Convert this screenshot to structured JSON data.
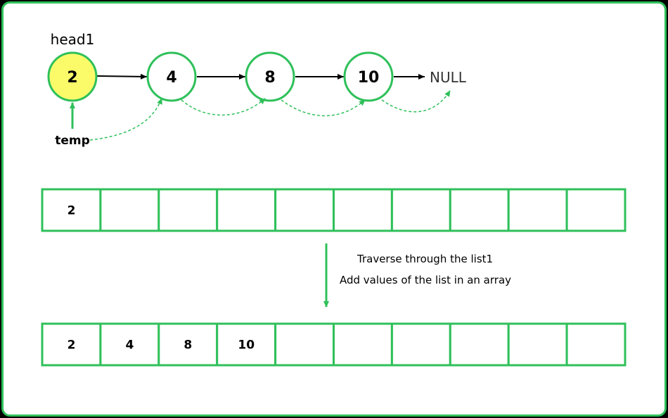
{
  "colors": {
    "accent": "#2fc05a",
    "highlight": "#fbfb6a",
    "frame_bg": "#ffffff",
    "outer_bg": "#000000"
  },
  "linked_list": {
    "head_label": "head1",
    "null_label": "NULL",
    "pointer_label": "temp",
    "highlighted_index": 0,
    "nodes": [
      "2",
      "4",
      "8",
      "10"
    ]
  },
  "arrays": [
    {
      "cells": [
        "2",
        "",
        "",
        "",
        "",
        "",
        "",
        "",
        "",
        ""
      ]
    },
    {
      "cells": [
        "2",
        "4",
        "8",
        "10",
        "",
        "",
        "",
        "",
        "",
        ""
      ]
    }
  ],
  "notes": {
    "line1": "Traverse through the list1",
    "line2": "Add values of the list in an array"
  }
}
